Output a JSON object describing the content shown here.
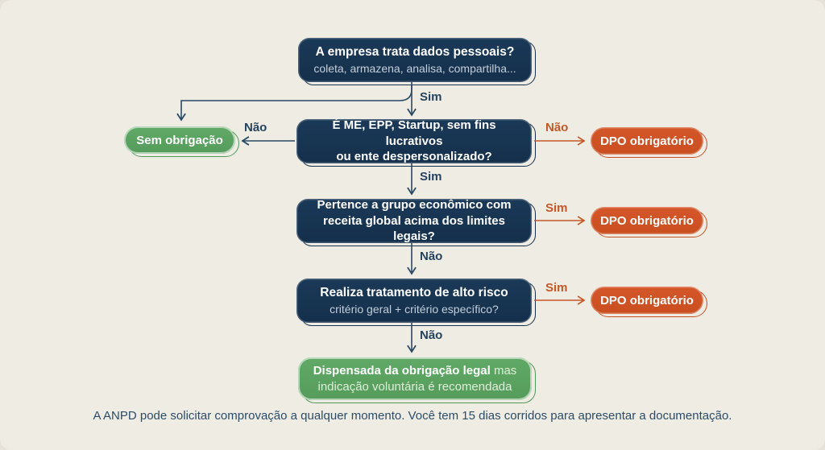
{
  "colors": {
    "background": "#efece4",
    "navy": "#16324e",
    "orange": "#cd5426",
    "green": "#5ba360"
  },
  "flow": {
    "q1": {
      "title": "A empresa trata dados pessoais?",
      "subtitle": "coleta, armazena, analisa, compartilha..."
    },
    "q2": {
      "lines": [
        "É ME, EPP, Startup, sem fins lucrativos",
        "ou ente despersonalizado?"
      ]
    },
    "q3": {
      "lines": [
        "Pertence a grupo econômico com",
        "receita global acima dos limites legais?"
      ]
    },
    "q4": {
      "title": "Realiza tratamento de alto risco",
      "subtitle": "critério geral + critério específico?"
    },
    "sem_obrigacao": "Sem obrigação",
    "dpo_obrigatorio": "DPO obrigatório",
    "exempt": {
      "bold": "Dispensada da obrigação legal",
      "normal": "mas indicação voluntária é recomendada"
    },
    "labels": {
      "q1_sim": "Sim",
      "q2_nao_left": "Não",
      "q2_nao_right": "Não",
      "q2_sim": "Sim",
      "q3_sim": "Sim",
      "q3_nao": "Não",
      "q4_sim": "Sim",
      "q4_nao": "Não"
    },
    "footer": "A ANPD pode solicitar comprovação a qualquer momento. Você tem 15 dias corridos para apresentar a documentação."
  }
}
